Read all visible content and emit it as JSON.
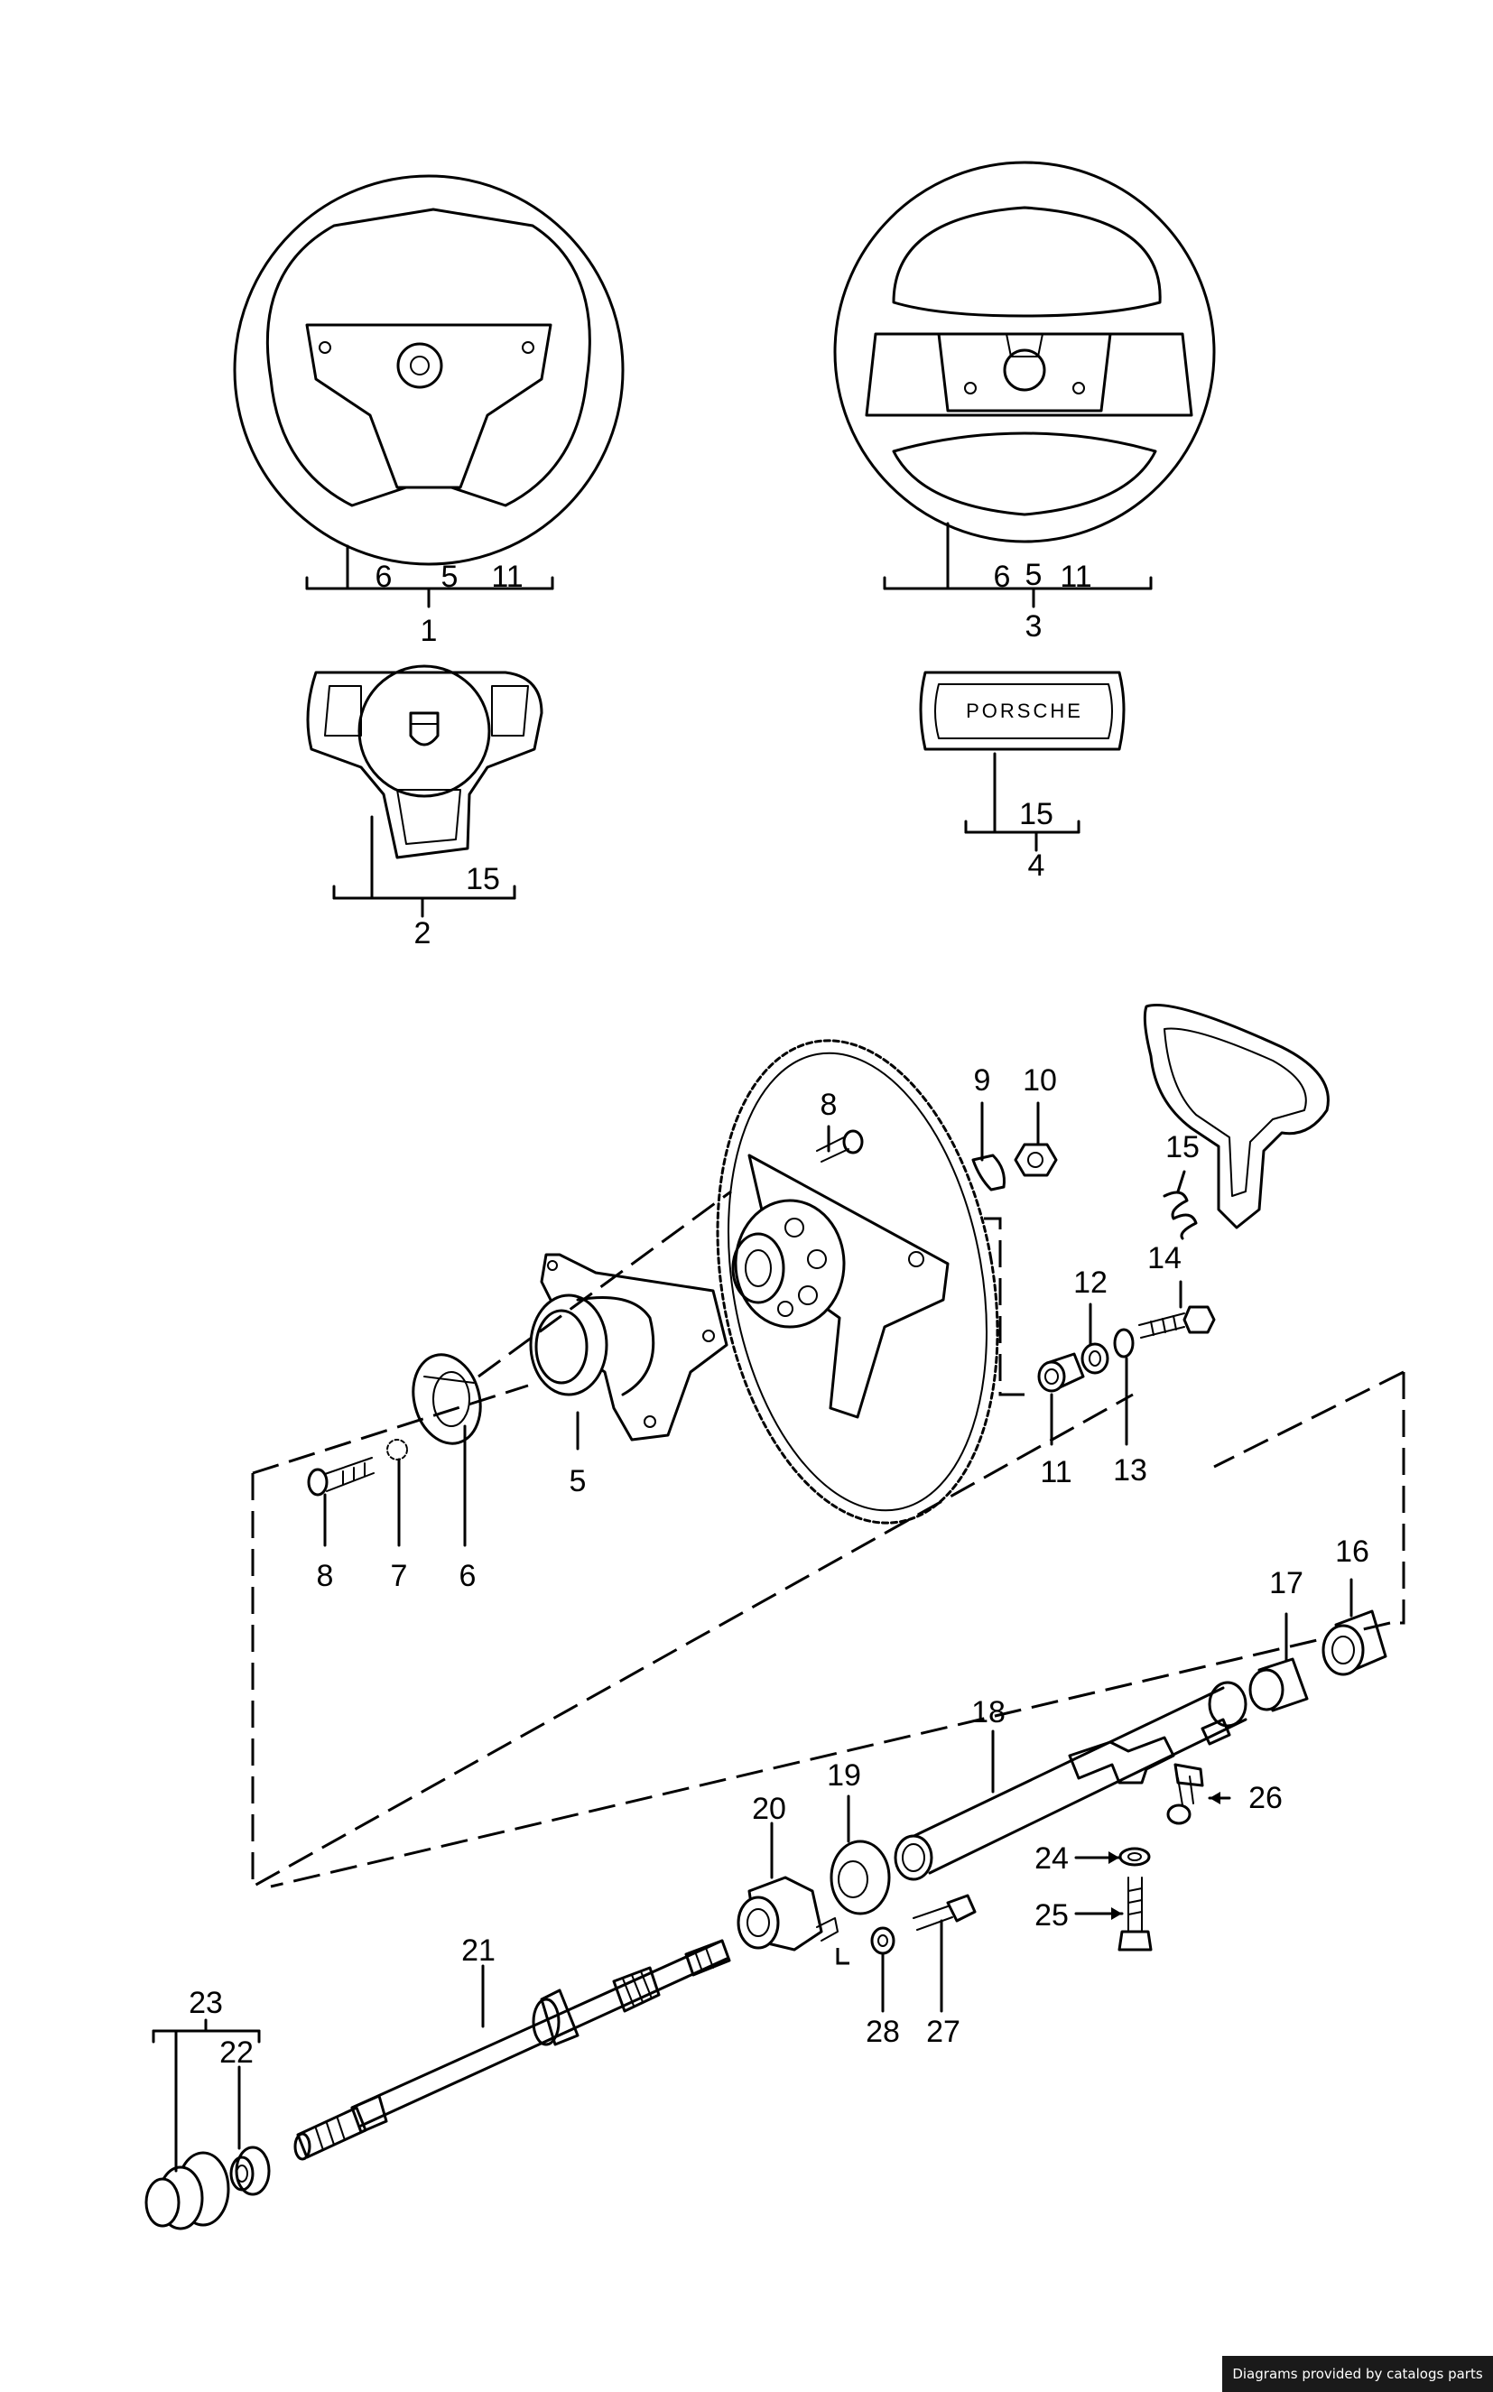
{
  "diagram": {
    "brand_text": "PORSCHE",
    "callouts": {
      "wheel_a": {
        "parts": [
          "6",
          "5",
          "11"
        ],
        "item": "1"
      },
      "wheel_b": {
        "parts": [
          "6",
          "5",
          "11"
        ],
        "item": "3"
      },
      "pad_a": {
        "parts": [
          "15"
        ],
        "item": "2"
      },
      "pad_b": {
        "parts": [
          "15"
        ],
        "item": "4"
      }
    },
    "labels": [
      {
        "key": "l8a",
        "text": "8"
      },
      {
        "key": "l9",
        "text": "9"
      },
      {
        "key": "l10",
        "text": "10"
      },
      {
        "key": "l15",
        "text": "15"
      },
      {
        "key": "l14",
        "text": "14"
      },
      {
        "key": "l12",
        "text": "12"
      },
      {
        "key": "l11",
        "text": "11"
      },
      {
        "key": "l13",
        "text": "13"
      },
      {
        "key": "l5",
        "text": "5"
      },
      {
        "key": "l8b",
        "text": "8"
      },
      {
        "key": "l7",
        "text": "7"
      },
      {
        "key": "l6",
        "text": "6"
      },
      {
        "key": "l17",
        "text": "17"
      },
      {
        "key": "l16",
        "text": "16"
      },
      {
        "key": "l18",
        "text": "18"
      },
      {
        "key": "l19",
        "text": "19"
      },
      {
        "key": "l20",
        "text": "20"
      },
      {
        "key": "l26",
        "text": "26"
      },
      {
        "key": "l24",
        "text": "24"
      },
      {
        "key": "l25",
        "text": "25"
      },
      {
        "key": "l21",
        "text": "21"
      },
      {
        "key": "l28",
        "text": "28"
      },
      {
        "key": "l27",
        "text": "27"
      },
      {
        "key": "l23",
        "text": "23"
      },
      {
        "key": "l22",
        "text": "22"
      }
    ]
  },
  "footer": {
    "credit": "Diagrams provided by catalogs parts"
  }
}
